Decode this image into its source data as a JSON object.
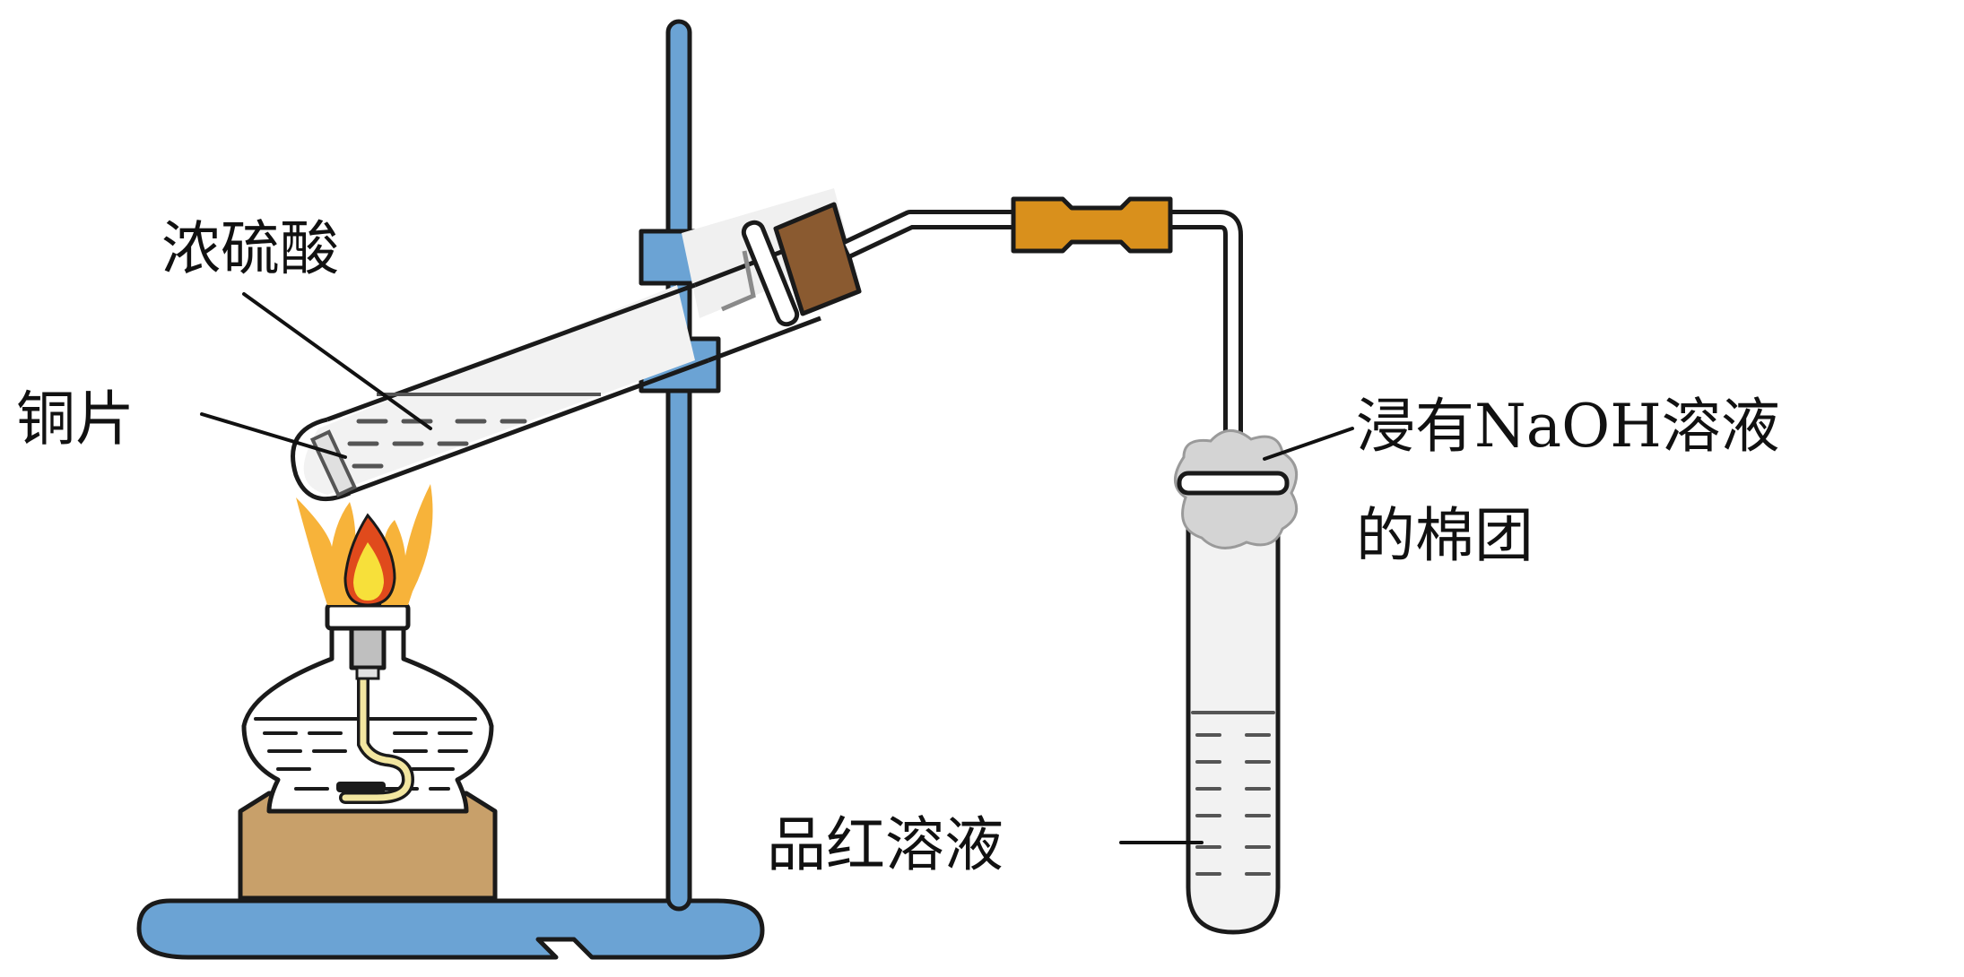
{
  "labels": {
    "acid": "浓硫酸",
    "copper": "铜片",
    "cotton_line1": "浸有NaOH溶液",
    "cotton_line2": "的棉团",
    "solution": "品红溶液"
  },
  "colors": {
    "stand": "#6ba3d4",
    "stopper": "#8a5a30",
    "rubber_tube": "#d9901c",
    "burner_base": "#c8a06a",
    "flame_outer": "#f7b33a",
    "flame_inner": "#e04a1c",
    "outline": "#1a1a1a",
    "glass": "#f2f2f2",
    "cotton": "#d4d4d4",
    "liquid_dash": "#555555"
  },
  "icons": [
    "alcohol-burner-icon",
    "iron-stand-icon",
    "test-tube-icon",
    "cotton-ball-icon",
    "flame-icon"
  ]
}
